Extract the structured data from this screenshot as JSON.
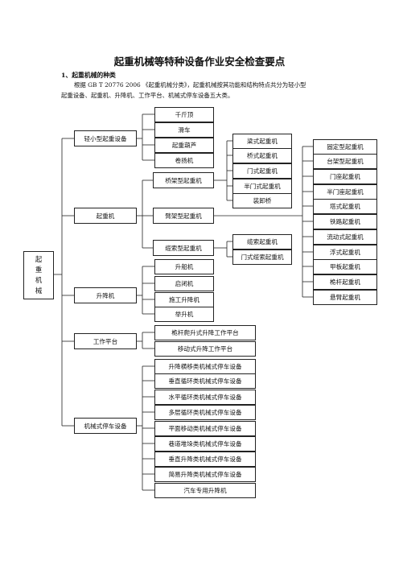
{
  "title": "起重机械等特种设备作业安全检查要点",
  "section": {
    "heading": "1、起重机械的种类"
  },
  "intro": {
    "line1": "根据 GB T 20776 2006 《起重机械分类》，起重机械按其功能和结构特点共分为轻小型",
    "line2": "起重设备、起重机、升降机、工作平台、机械式停车设备五大类。"
  },
  "tree": {
    "root": [
      "起",
      "重",
      "机",
      "械"
    ],
    "cat1": {
      "label": "轻小型起重设备",
      "items": [
        "千斤顶",
        "滑车",
        "起重葫芦",
        "卷扬机"
      ]
    },
    "cat2": {
      "label": "起重机",
      "bridge": {
        "label": "桥架型起重机",
        "items": [
          "梁式起重机",
          "桥式起重机",
          "门式起重机",
          "半门式起重机",
          "装卸桥"
        ]
      },
      "boom": {
        "label": "臂架型起重机",
        "items": [
          "固定型起重机",
          "台架型起重机",
          "门座起重机",
          "半门座起重机",
          "塔式起重机",
          "铁路起重机",
          "流动式起重机",
          "浮式起重机",
          "甲板起重机",
          "桅杆起重机",
          "悬臂起重机"
        ]
      },
      "cable": {
        "label": "缆索型起重机",
        "items": [
          "缆索起重机",
          "门式缆索起重机"
        ]
      }
    },
    "cat3": {
      "label": "升降机",
      "items": [
        "升船机",
        "启闭机",
        "施工升降机",
        "举升机"
      ]
    },
    "cat4": {
      "label": "工作平台",
      "items": [
        "桅杆爬升式升降工作平台",
        "移动式升降工作平台"
      ]
    },
    "cat5": {
      "label": "机械式停车设备",
      "items": [
        "升降横移类机械式停车设备",
        "垂直循环类机械式停车设备",
        "水平循环类机械式停车设备",
        "多层循环类机械式停车设备",
        "平面移动类机械式停车设备",
        "巷道堆垛类机械式停车设备",
        "垂直升降类机械式停车设备",
        "简易升降类机械式停车设备",
        "汽车专用升降机"
      ]
    }
  }
}
